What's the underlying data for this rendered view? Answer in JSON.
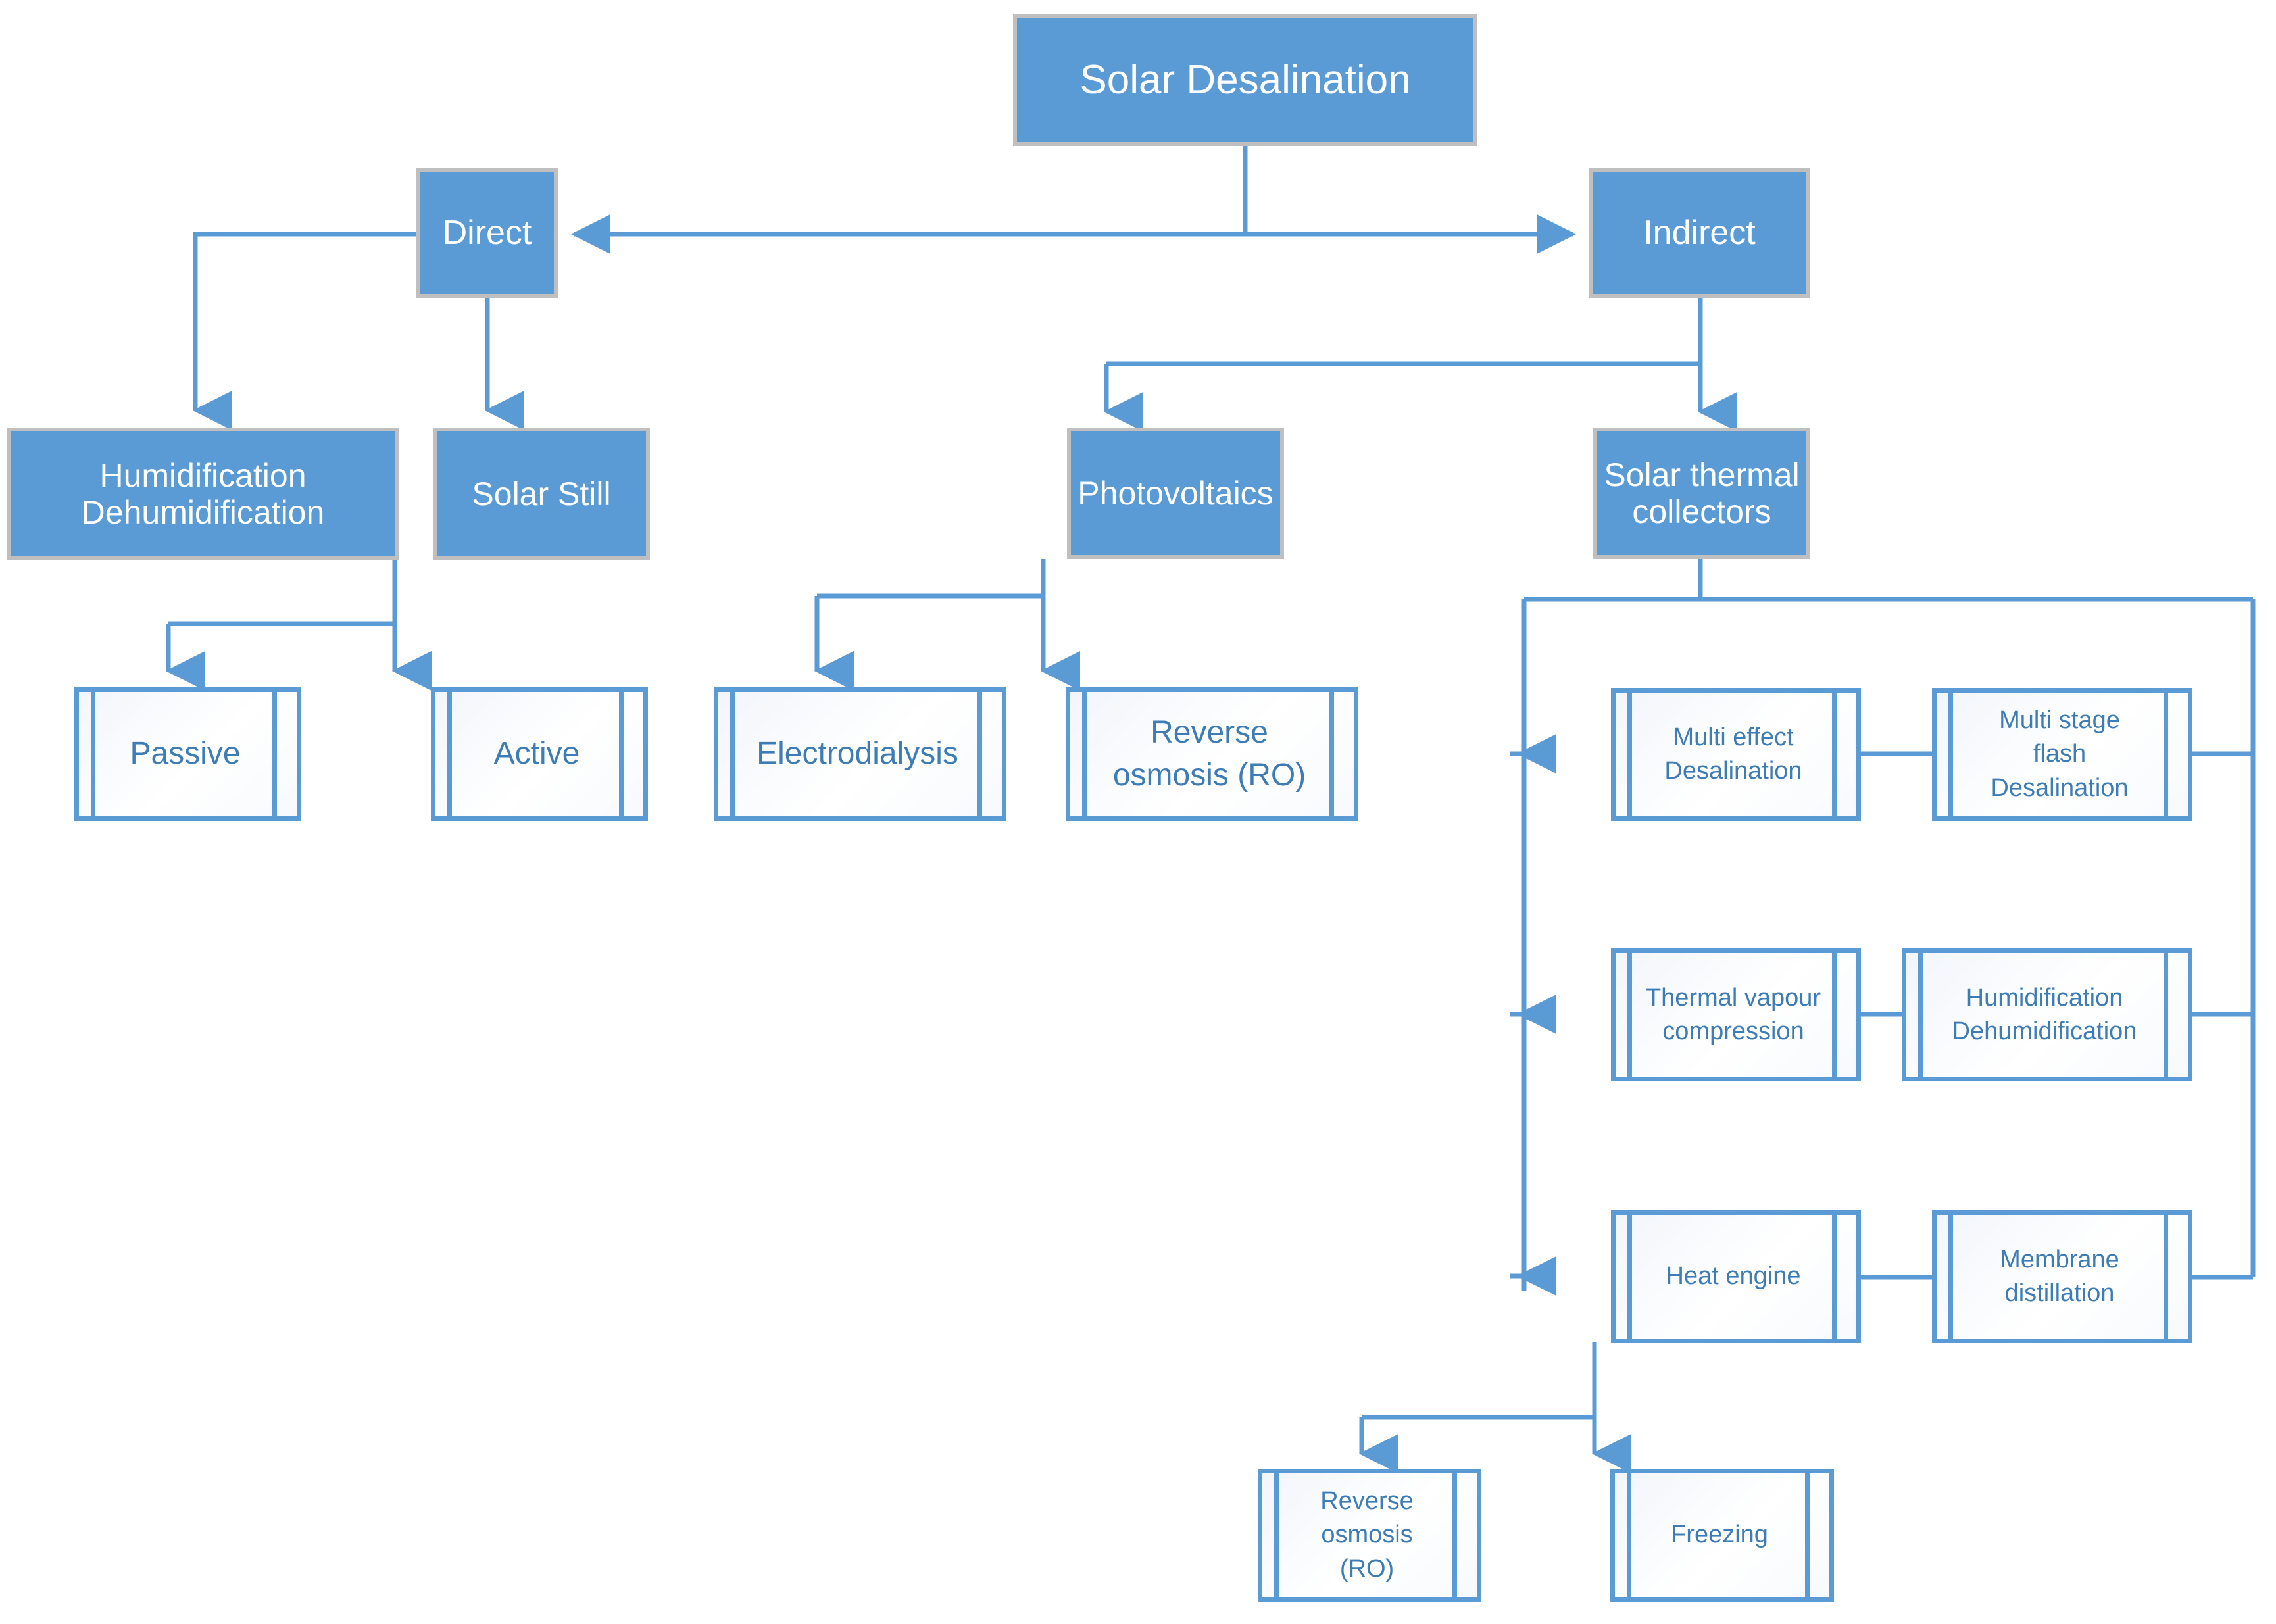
{
  "diagram": {
    "title": "Solar Desalination taxonomy flowchart",
    "colors": {
      "node_fill": "#5B9BD5",
      "node_border": "#BFBFBF",
      "process_border": "#5B9BD5",
      "process_text": "#3E7CB5",
      "connector": "#5B9BD5",
      "node_text": "#FFFFFF",
      "background": "#FFFFFF"
    },
    "nodes": {
      "root": "Solar Desalination",
      "direct": "Direct",
      "indirect": "Indirect",
      "humidification_dehumidification": "Humidification\nDehumidification",
      "humidification_line1": "Humidification",
      "humidification_line2": "Dehumidification",
      "solar_still": "Solar Still",
      "photovoltaics": "Photovoltaics",
      "solar_thermal_line1": "Solar thermal",
      "solar_thermal_line2": "collectors",
      "passive": "Passive",
      "active": "Active",
      "electrodialysis": "Electrodialysis",
      "reverse_osmosis_pv_line1": "Reverse",
      "reverse_osmosis_pv_line2": "osmosis (RO)",
      "multi_effect_line1": "Multi effect",
      "multi_effect_line2": "Desalination",
      "multi_stage_line1": "Multi stage",
      "multi_stage_line2": "flash",
      "multi_stage_line3": "Desalination",
      "thermal_vapour_line1": "Thermal vapour",
      "thermal_vapour_line2": "compression",
      "hdh2_line1": "Humidification",
      "hdh2_line2": "Dehumidification",
      "heat_engine": "Heat engine",
      "membrane_line1": "Membrane",
      "membrane_line2": "distillation",
      "ro_bottom_line1": "Reverse",
      "ro_bottom_line2": "osmosis",
      "ro_bottom_line3": "(RO)",
      "freezing": "Freezing"
    },
    "edges": [
      {
        "from": "root",
        "to": "direct",
        "type": "arrow"
      },
      {
        "from": "root",
        "to": "indirect",
        "type": "arrow"
      },
      {
        "from": "direct",
        "to": "humidification_dehumidification",
        "type": "arrow"
      },
      {
        "from": "direct",
        "to": "solar_still",
        "type": "arrow"
      },
      {
        "from": "indirect",
        "to": "photovoltaics",
        "type": "arrow"
      },
      {
        "from": "indirect",
        "to": "solar_thermal_collectors",
        "type": "arrow"
      },
      {
        "from": "solar_still",
        "to": "passive",
        "type": "arrow"
      },
      {
        "from": "solar_still",
        "to": "active",
        "type": "arrow"
      },
      {
        "from": "photovoltaics",
        "to": "electrodialysis",
        "type": "arrow"
      },
      {
        "from": "photovoltaics",
        "to": "reverse_osmosis_pv",
        "type": "arrow"
      },
      {
        "from": "solar_thermal_collectors",
        "to": "multi_effect_desalination",
        "type": "arrow"
      },
      {
        "from": "solar_thermal_collectors",
        "to": "thermal_vapour_compression",
        "type": "arrow"
      },
      {
        "from": "solar_thermal_collectors",
        "to": "heat_engine",
        "type": "arrow"
      },
      {
        "from": "solar_thermal_collectors",
        "to": "multi_stage_flash_desalination",
        "type": "arrow"
      },
      {
        "from": "solar_thermal_collectors",
        "to": "humidification_dehumidification_2",
        "type": "arrow"
      },
      {
        "from": "solar_thermal_collectors",
        "to": "membrane_distillation",
        "type": "arrow"
      },
      {
        "from": "heat_engine",
        "to": "reverse_osmosis_bottom",
        "type": "arrow"
      },
      {
        "from": "heat_engine",
        "to": "freezing",
        "type": "arrow"
      }
    ]
  }
}
